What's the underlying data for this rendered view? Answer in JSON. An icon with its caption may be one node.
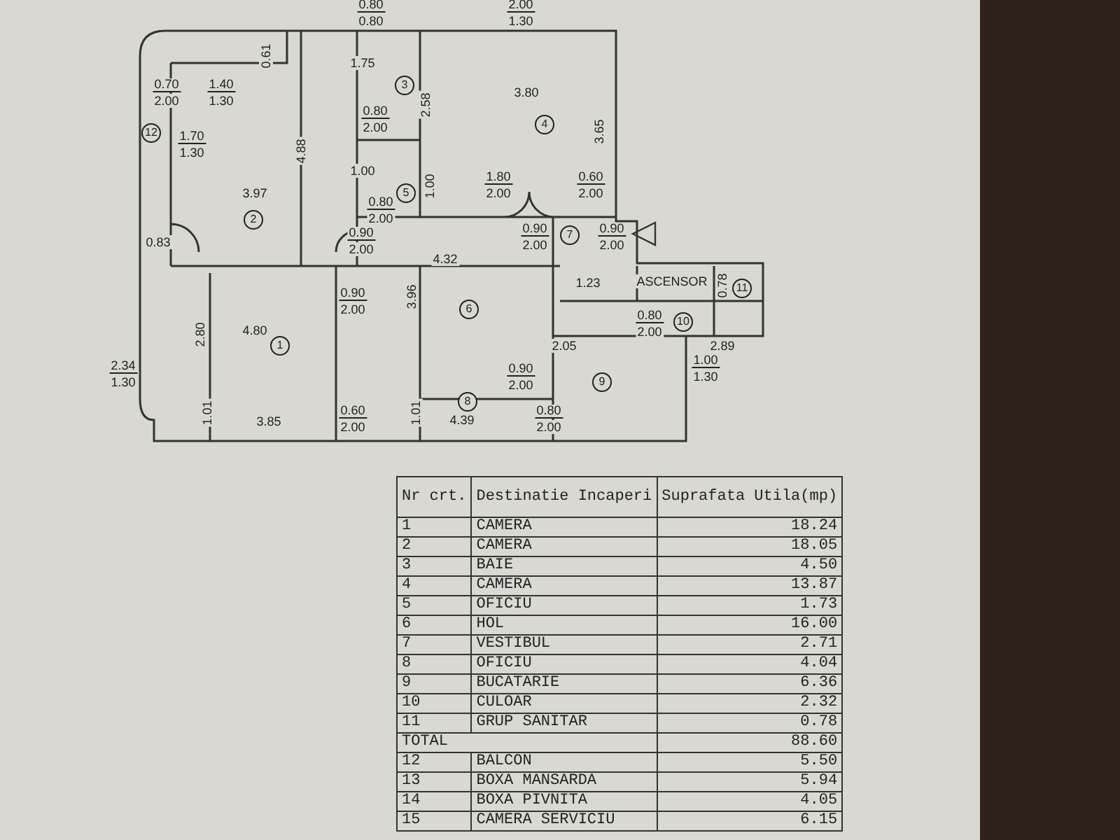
{
  "diagram": {
    "labels": [
      "0.80",
      "0.80",
      "2.00",
      "1.30",
      "0.61",
      "1.75",
      "0.70",
      "1.40",
      "3",
      "2.00",
      "1.30",
      "3.80",
      "2.58",
      "0.80",
      "2.00",
      "4",
      "3.65",
      "12",
      "1.70",
      "1.30",
      "4.88",
      "1.00",
      "1.80",
      "0.60",
      "3.97",
      "5",
      "1.00",
      "2.00",
      "2.00",
      "0.80",
      "2",
      "2.00",
      "0.90",
      "2.00",
      "7",
      "0.90",
      "2.00",
      "0.90",
      "2.00",
      "0.83",
      "4.32",
      "1.23",
      "ASCENSOR",
      "0.78",
      "11",
      "0.90",
      "2.00",
      "3.96",
      "6",
      "0.80",
      "2.00",
      "10",
      "2.89",
      "4.80",
      "2.80",
      "1",
      "2.05",
      "1.00",
      "1.30",
      "2.34",
      "1.30",
      "0.90",
      "2.00",
      "9",
      "8",
      "1.01",
      "1.01",
      "0.60",
      "2.00",
      "0.80",
      "2.00",
      "3.85",
      "4.39",
      "Nr crt.",
      "Destinatie Incaperi",
      "Suprafata Utila(mp)",
      "1",
      "CAMERA",
      "18.24",
      "2",
      "CAMERA",
      "18.05",
      "3",
      "BAIE",
      "4.50",
      "4",
      "CAMERA",
      "13.87",
      "5",
      "OFICIU",
      "1.73",
      "6",
      "HOL",
      "16.00",
      "7",
      "VESTIBUL",
      "2.71",
      "8",
      "OFICIU",
      "4.04",
      "9",
      "BUCATARIE",
      "6.36",
      "10",
      "CULOAR",
      "2.32",
      "11",
      "GRUP SANITAR",
      "0.78",
      "TOTAL",
      "88.60",
      "12",
      "BALCON",
      "5.50",
      "13",
      "BOXA MANSARDA",
      "5.94",
      "14",
      "BOXA PIVNITA",
      "4.05",
      "15",
      "CAMERA SERVICIU",
      "6.15"
    ]
  }
}
